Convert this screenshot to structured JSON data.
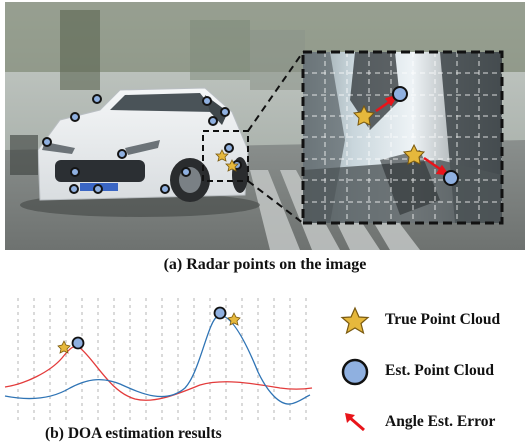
{
  "caption_a": "(a) Radar points on the image",
  "caption_b": "(b) DOA estimation results",
  "legend": [
    {
      "icon": "star-icon",
      "label": "True Point Cloud",
      "color": "#e6b83c"
    },
    {
      "icon": "circle-icon",
      "label": "Est. Point Cloud",
      "color": "#8fb0e0"
    },
    {
      "icon": "arrow-icon",
      "label": "Angle Est. Error",
      "color": "#e8141a"
    }
  ],
  "colors": {
    "curve_red": "#e33b3b",
    "curve_blue": "#2f74b5",
    "zoom_border": "#111111"
  }
}
